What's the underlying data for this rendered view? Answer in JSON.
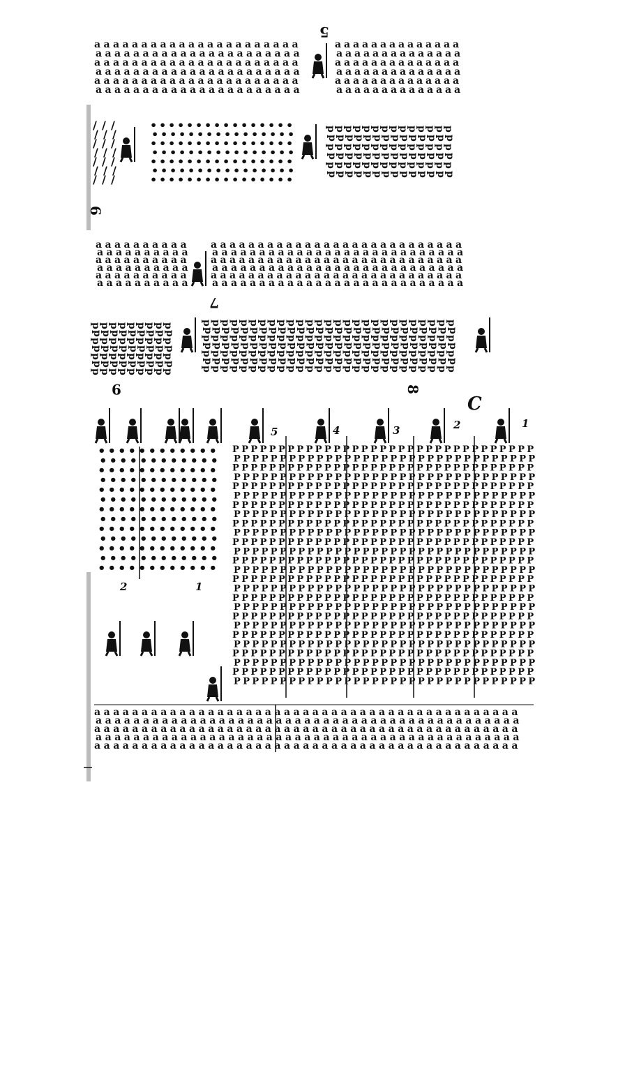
{
  "plate": {
    "section_numbers": [
      "5",
      "6",
      "7",
      "8",
      "9"
    ],
    "battle_letter": "C",
    "rank_numbers": [
      "1",
      "2",
      "3",
      "4",
      "5"
    ],
    "lower_figure_numbers": [
      "2",
      "1"
    ]
  },
  "glyphs": {
    "musketeer": "a",
    "pikeman_row": "p",
    "pike_column": "P",
    "shot": "•"
  },
  "colors": {
    "ink": "#111111",
    "paper": "#ffffff",
    "edge": "#bbbbbb"
  }
}
